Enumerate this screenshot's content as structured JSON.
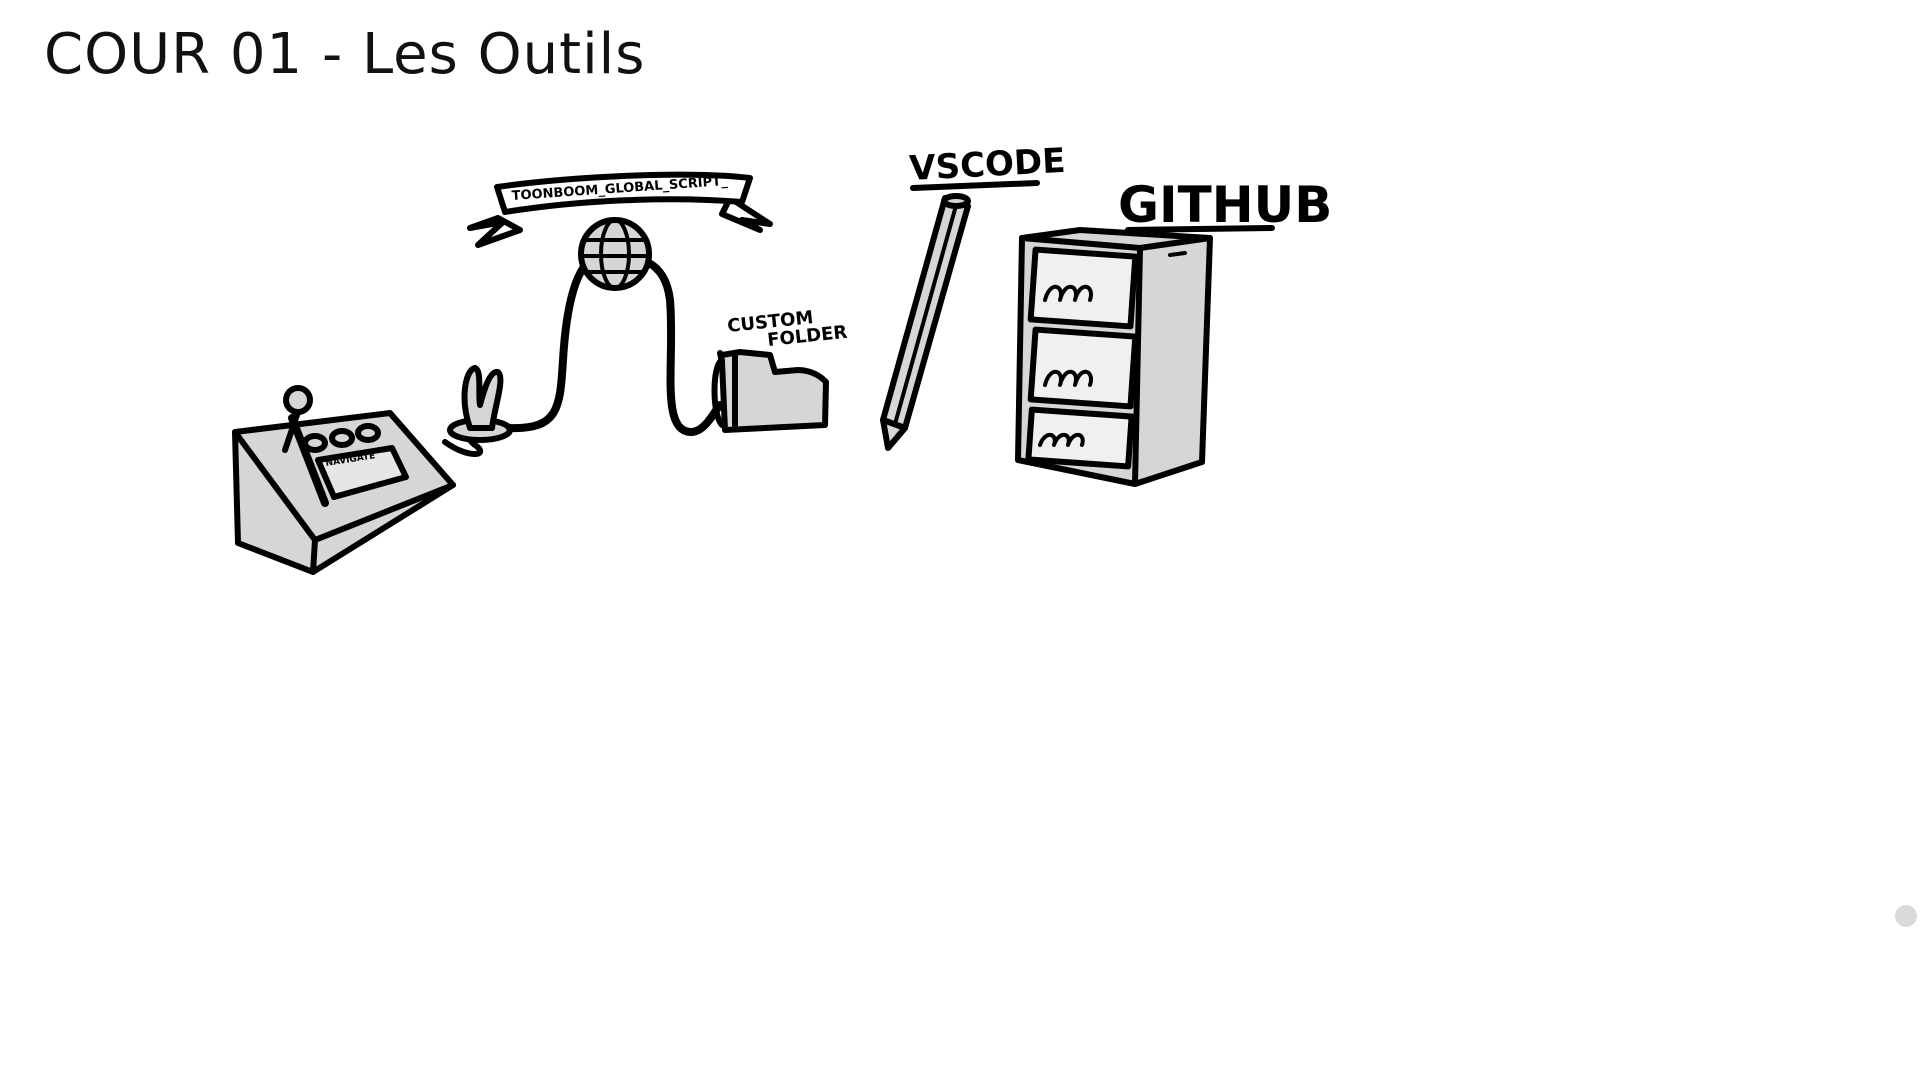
{
  "slide": {
    "title": "COUR 01 - Les Outils"
  },
  "labels": {
    "banner": "TOONBOOM_GLOBAL_SCRIPT_",
    "custom_folder_line1": "CUSTOM",
    "custom_folder_line2": "FOLDER",
    "vscode": "VSCODE",
    "github": "GITHUB",
    "keyboard_screen": "NAVIGATE"
  },
  "colors": {
    "fill": "#d6d6d6",
    "ink": "#000000",
    "nav_dot": "#d9d9d9"
  }
}
